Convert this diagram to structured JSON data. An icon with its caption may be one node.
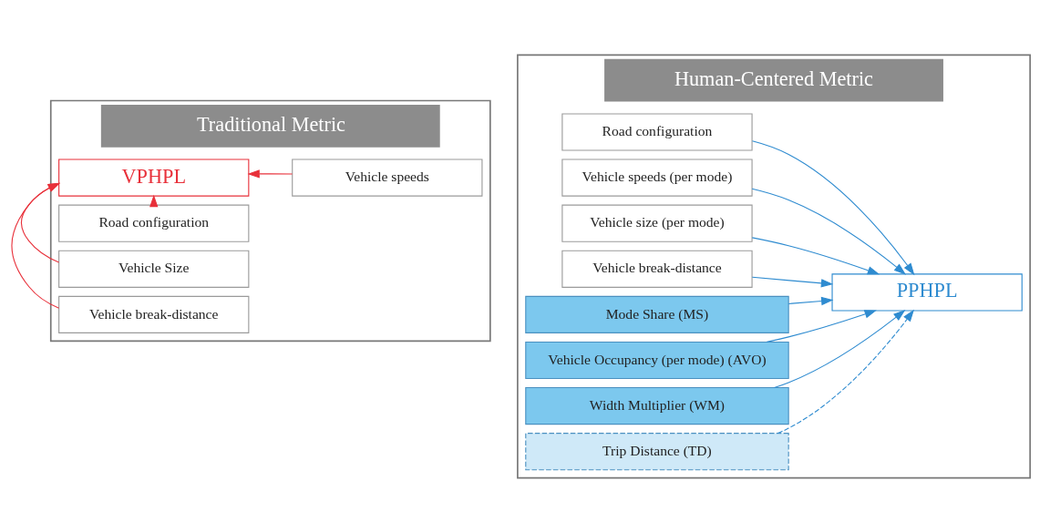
{
  "diagram": {
    "nodes": [
      {
        "text": [
          "Traditional Metric"
        ]
      },
      {
        "text": [
          "VPHPL"
        ],
        "in": 0
      },
      {
        "text": [
          "Road configuration"
        ],
        "in": 0
      },
      {
        "text": [
          "Vehicle speeds"
        ],
        "in": 0
      },
      {
        "text": [
          "Vehicle Size"
        ],
        "in": 0
      },
      {
        "text": [
          "Vehicle break-distance"
        ],
        "in": 0
      },
      {
        "text": [
          "Human-Centered Metric"
        ]
      },
      {
        "text": [
          "Road configuration"
        ],
        "in": 6
      },
      {
        "text": [
          "Vehicle speeds (per mode)"
        ],
        "in": 6
      },
      {
        "text": [
          "Vehicle size (per mode)"
        ],
        "in": 6
      },
      {
        "text": [
          "Vehicle break-distance"
        ],
        "in": 6
      },
      {
        "text": [
          "Mode Share (MS)"
        ],
        "in": 6
      },
      {
        "text": [
          "Vehicle Occupancy (per mode) (AVO)"
        ],
        "in": 6
      },
      {
        "text": [
          "Width Multiplier (WM)"
        ],
        "in": 6
      },
      {
        "text": [
          "Trip Distance (TD)"
        ],
        "in": 6
      },
      {
        "text": [
          "PPHPL"
        ],
        "in": 6
      }
    ],
    "edges": [
      {
        "from": 2,
        "to": 1,
        "arrow": "to",
        "color": "#e8303a"
      },
      {
        "from": 3,
        "to": 1,
        "arrow": "to",
        "color": "#e8303a"
      },
      {
        "from": 4,
        "to": 1,
        "arrow": "to",
        "color": "#e8303a"
      },
      {
        "from": 5,
        "to": 1,
        "arrow": "to",
        "color": "#e8303a"
      },
      {
        "from": 7,
        "to": 15,
        "arrow": "to"
      },
      {
        "from": 8,
        "to": 15,
        "arrow": "to"
      },
      {
        "from": 9,
        "to": 15,
        "arrow": "to"
      },
      {
        "from": 10,
        "to": 15,
        "arrow": "to"
      },
      {
        "from": 11,
        "to": 15,
        "arrow": "to"
      },
      {
        "from": 12,
        "to": 15,
        "arrow": "to"
      },
      {
        "from": 13,
        "to": 15,
        "arrow": "to"
      },
      {
        "from": 14,
        "to": 15,
        "arrow": "to",
        "style": "dashed"
      }
    ]
  }
}
